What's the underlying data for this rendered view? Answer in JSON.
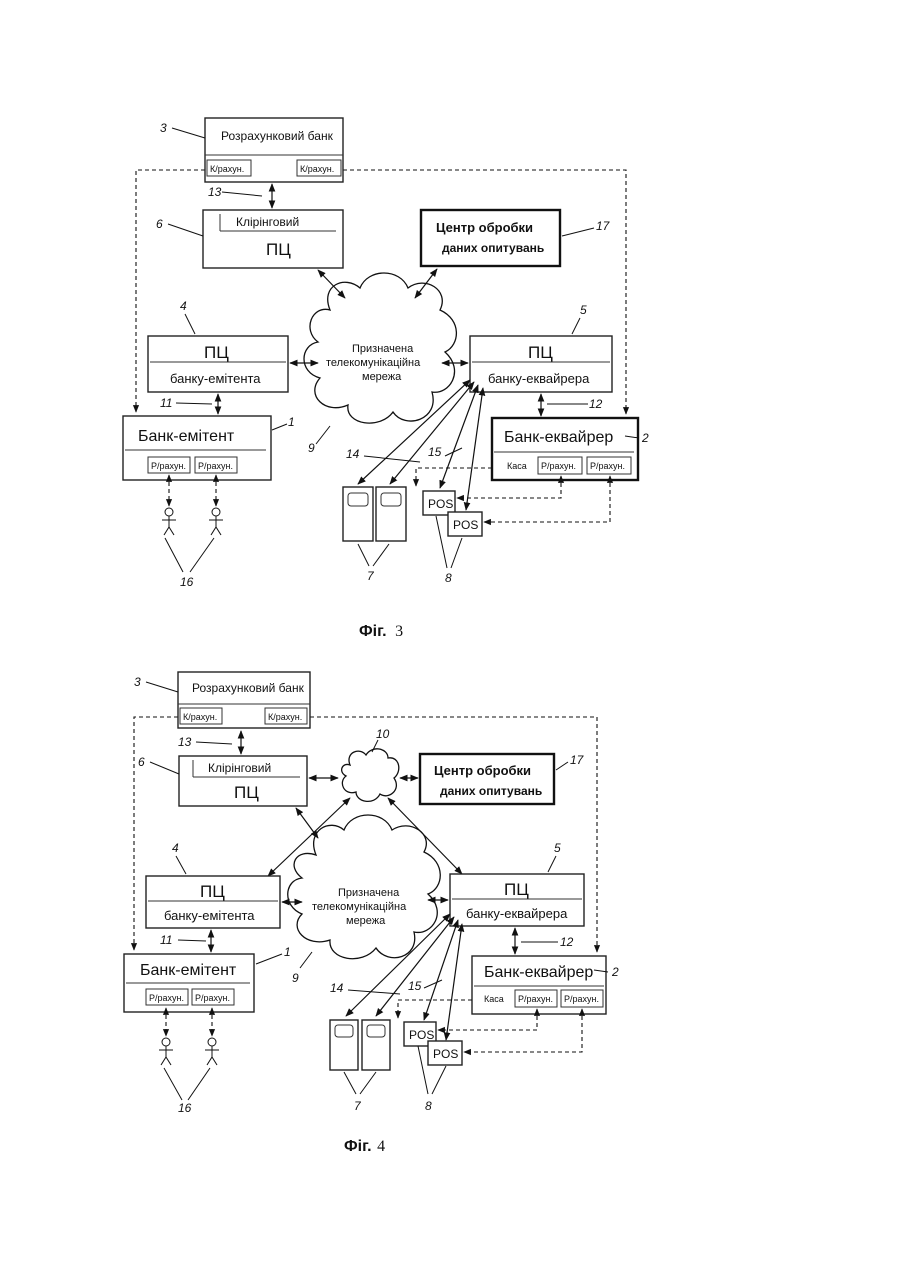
{
  "figures": [
    {
      "caption_prefix": "Фіг.",
      "caption_number": "3",
      "settlement_bank": {
        "title": "Розрахунковий банк",
        "acc_left": "К/рахун.",
        "acc_right": "К/рахун."
      },
      "clearing_pc": {
        "line1": "Клірінговий",
        "line2": "ПЦ"
      },
      "survey_center": {
        "line1": "Центр обробки",
        "line2": "даних опитувань"
      },
      "network": {
        "line1": "Призначена",
        "line2": "телекомунікаційна",
        "line3": "мережа"
      },
      "issuer_pc": {
        "line1": "ПЦ",
        "line2": "банку-емітента"
      },
      "acquirer_pc": {
        "line1": "ПЦ",
        "line2": "банку-еквайрера"
      },
      "issuer_bank": {
        "title": "Банк-емітент",
        "acc1": "Р/рахун.",
        "acc2": "Р/рахун."
      },
      "acquirer_bank": {
        "title": "Банк-еквайрер",
        "cash": "Каса",
        "acc1": "Р/рахун.",
        "acc2": "Р/рахун."
      },
      "pos": [
        "POS",
        "POS"
      ],
      "refs": {
        "r1": "1",
        "r2": "2",
        "r3": "3",
        "r4": "4",
        "r5": "5",
        "r6": "6",
        "r7": "7",
        "r8": "8",
        "r9": "9",
        "r11": "11",
        "r12": "12",
        "r13": "13",
        "r14": "14",
        "r15": "15",
        "r16": "16",
        "r17": "17"
      }
    },
    {
      "caption_prefix": "Фіг.",
      "caption_number": "4",
      "settlement_bank": {
        "title": "Розрахунковий банк",
        "acc_left": "К/рахун.",
        "acc_right": "К/рахун."
      },
      "clearing_pc": {
        "line1": "Клірінговий",
        "line2": "ПЦ"
      },
      "survey_center": {
        "line1": "Центр обробки",
        "line2": "даних опитувань"
      },
      "network": {
        "line1": "Призначена",
        "line2": "телекомунікаційна",
        "line3": "мережа"
      },
      "issuer_pc": {
        "line1": "ПЦ",
        "line2": "банку-емітента"
      },
      "acquirer_pc": {
        "line1": "ПЦ",
        "line2": "банку-еквайрера"
      },
      "issuer_bank": {
        "title": "Банк-емітент",
        "acc1": "Р/рахун.",
        "acc2": "Р/рахун."
      },
      "acquirer_bank": {
        "title": "Банк-еквайрер",
        "cash": "Каса",
        "acc1": "Р/рахун.",
        "acc2": "Р/рахун."
      },
      "pos": [
        "POS",
        "POS"
      ],
      "refs": {
        "r1": "1",
        "r2": "2",
        "r3": "3",
        "r4": "4",
        "r5": "5",
        "r6": "6",
        "r7": "7",
        "r8": "8",
        "r9": "9",
        "r10": "10",
        "r11": "11",
        "r12": "12",
        "r13": "13",
        "r14": "14",
        "r15": "15",
        "r16": "16",
        "r17": "17"
      }
    }
  ]
}
